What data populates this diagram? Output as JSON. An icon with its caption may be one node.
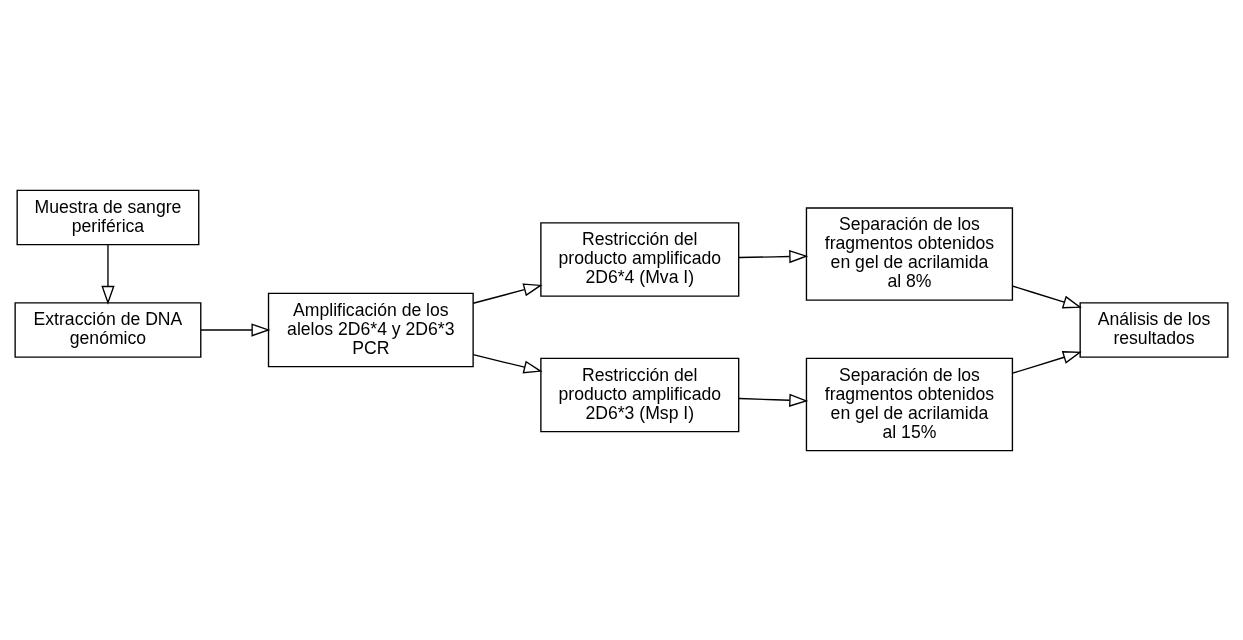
{
  "diagram": {
    "nodes": [
      {
        "text": [
          "Muestra de sangre periférica"
        ]
      },
      {
        "text": [
          "Extracción de DNA genómico"
        ]
      },
      {
        "text": [
          "Amplificación de los alelos 2D6*4 y 2D6*3 PCR"
        ]
      },
      {
        "text": [
          "Restricción del producto amplificado 2D6*4 (Mva I)"
        ]
      },
      {
        "text": [
          "Separación de los fragmentos obtenidos en gel de acrilamida al 8%"
        ]
      },
      {
        "text": [
          "Restricción del producto amplificado 2D6*3 (Msp I)"
        ]
      },
      {
        "text": [
          "Separación de los fragmentos obtenidos en gel de acrilamida al 15%"
        ]
      },
      {
        "text": [
          "Análisis de los resultados"
        ]
      }
    ],
    "edges": [
      {
        "from": 0,
        "to": 1,
        "arrow": "to"
      },
      {
        "from": 1,
        "to": 2,
        "arrow": "to"
      },
      {
        "from": 2,
        "to": 3,
        "arrow": "to"
      },
      {
        "from": 2,
        "to": 5,
        "arrow": "to"
      },
      {
        "from": 3,
        "to": 4,
        "arrow": "to"
      },
      {
        "from": 5,
        "to": 6,
        "arrow": "to"
      },
      {
        "from": 4,
        "to": 7,
        "arrow": "to"
      },
      {
        "from": 6,
        "to": 7,
        "arrow": "to"
      }
    ]
  }
}
